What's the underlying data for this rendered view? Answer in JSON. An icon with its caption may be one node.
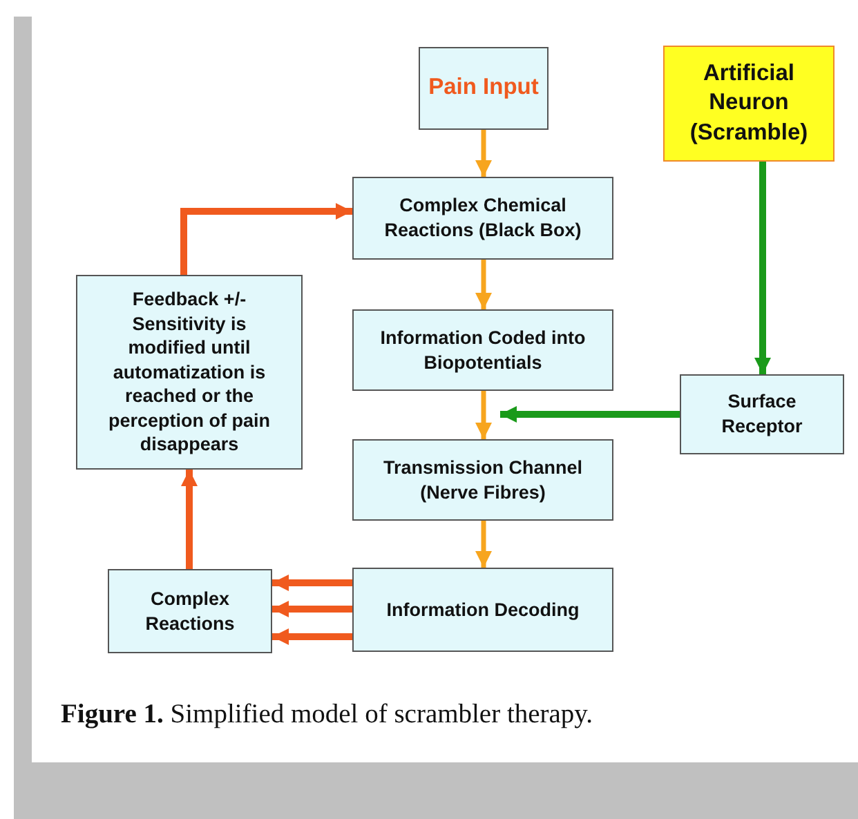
{
  "diagram": {
    "caption": "**Figure 1.** Simplified model of scrambler therapy.",
    "nodes": [
      {
        "text": [
          "Pain Input"
        ]
      },
      {
        "text": [
          "Artificial Neuron (Scramble)"
        ]
      },
      {
        "text": [
          "Complex Chemical Reactions (Black Box)"
        ]
      },
      {
        "text": [
          "Feedback +/- Sensitivity is modified until automatization is reached or the perception of pain disappears"
        ]
      },
      {
        "text": [
          "Information Coded into Biopotentials"
        ]
      },
      {
        "text": [
          "Surface Receptor"
        ]
      },
      {
        "text": [
          "Transmission Channel (Nerve Fibres)"
        ]
      },
      {
        "text": [
          "Complex Reactions"
        ]
      },
      {
        "text": [
          "Information Decoding"
        ]
      }
    ],
    "edges": [
      {
        "from": 0,
        "to": 2,
        "arrow": "to",
        "color": "#f7a51e"
      },
      {
        "from": 2,
        "to": 4,
        "arrow": "to",
        "color": "#f7a51e"
      },
      {
        "from": 4,
        "to": 6,
        "arrow": "to",
        "color": "#f7a51e"
      },
      {
        "from": 6,
        "to": 8,
        "arrow": "to",
        "color": "#f7a51e"
      },
      {
        "from": 1,
        "to": 5,
        "arrow": "to",
        "color": "#1a9a1a"
      },
      {
        "from": 5,
        "to": 4,
        "arrow": "to",
        "color": "#1a9a1a"
      },
      {
        "from": 8,
        "to": 7,
        "arrow": "to"
      },
      {
        "from": 8,
        "to": 7,
        "arrow": "to"
      },
      {
        "from": 8,
        "to": 7,
        "arrow": "to"
      },
      {
        "from": 7,
        "to": 3,
        "arrow": "to"
      },
      {
        "from": 3,
        "to": 2,
        "arrow": "to"
      }
    ]
  }
}
